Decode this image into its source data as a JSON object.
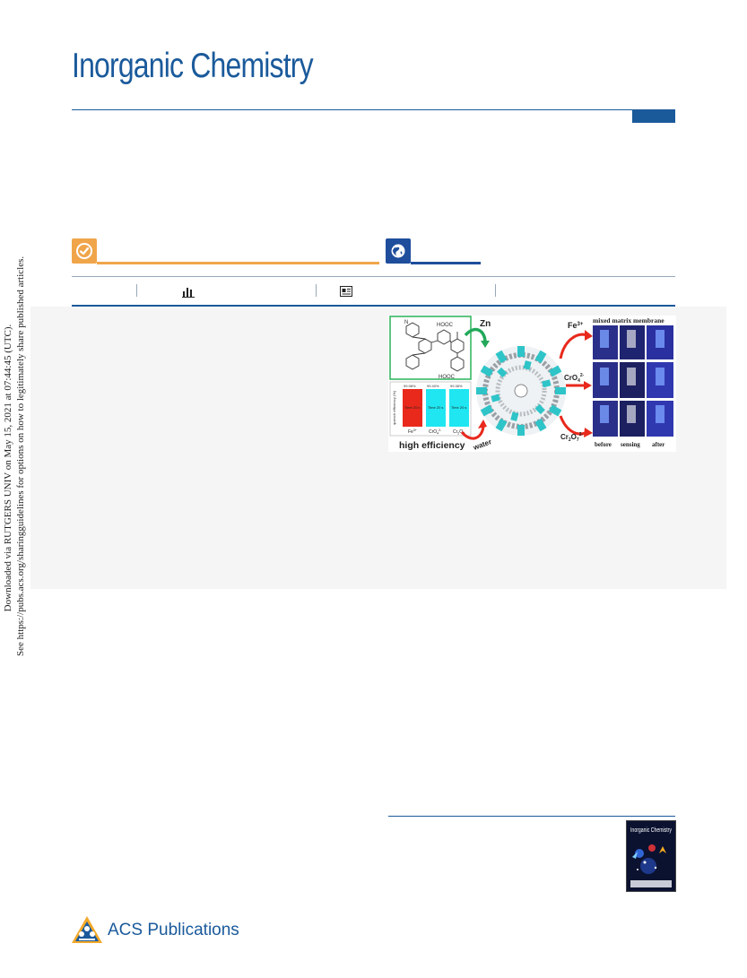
{
  "journal": {
    "title": "Inorganic Chemistry"
  },
  "side_note": {
    "line1": "Downloaded via RUTGERS UNIV on May 15, 2021 at 07:44:45 (UTC).",
    "line2": "See https://pubs.acs.org/sharingguidelines for options on how to legitimately share published articles."
  },
  "icons": {
    "access": "checkmark-icon",
    "globe": "globe-icon",
    "metrics": "bar-chart-icon",
    "recommended": "article-icon"
  },
  "colors": {
    "brand": "#1a5a9b",
    "open_access": "#f0a54a",
    "globe": "#1f4e9c",
    "abstract_bg": "#f5f5f5"
  },
  "toc_graphic": {
    "reagent": "Zn",
    "ligand_labels": [
      "HOOC",
      "HOOC",
      "N"
    ],
    "ions": [
      "Fe",
      "CrO",
      "Cr",
      "O"
    ],
    "ion_sup": [
      "3+",
      "2-",
      "2-"
    ],
    "ion_sub": [
      "4",
      "2",
      "7"
    ],
    "membrane_title": "mixed matrix membrane",
    "stages": [
      "before",
      "sensing",
      "after"
    ],
    "efficiency_label": "high efficiency",
    "water_label": "water",
    "bar_axis_label": "quench efficiency (%)",
    "bars": [
      {
        "label": "Fe",
        "sup": "3+",
        "value": "99.98%",
        "inner": "Time 20 s",
        "color": "#e8291c"
      },
      {
        "label": "CrO",
        "sub": "4",
        "value": "99.40%",
        "inner": "Time 20 s",
        "color": "#1fe6f0"
      },
      {
        "label": "Cr",
        "sub": "2",
        "value": "99.38%",
        "inner": "Time 20 s",
        "color": "#1fe6f0"
      }
    ],
    "bar_tail": [
      "2-",
      "O",
      "7"
    ]
  },
  "cover": {
    "title": "Inorganic Chemistry"
  },
  "publisher": {
    "name": "ACS Publications"
  }
}
